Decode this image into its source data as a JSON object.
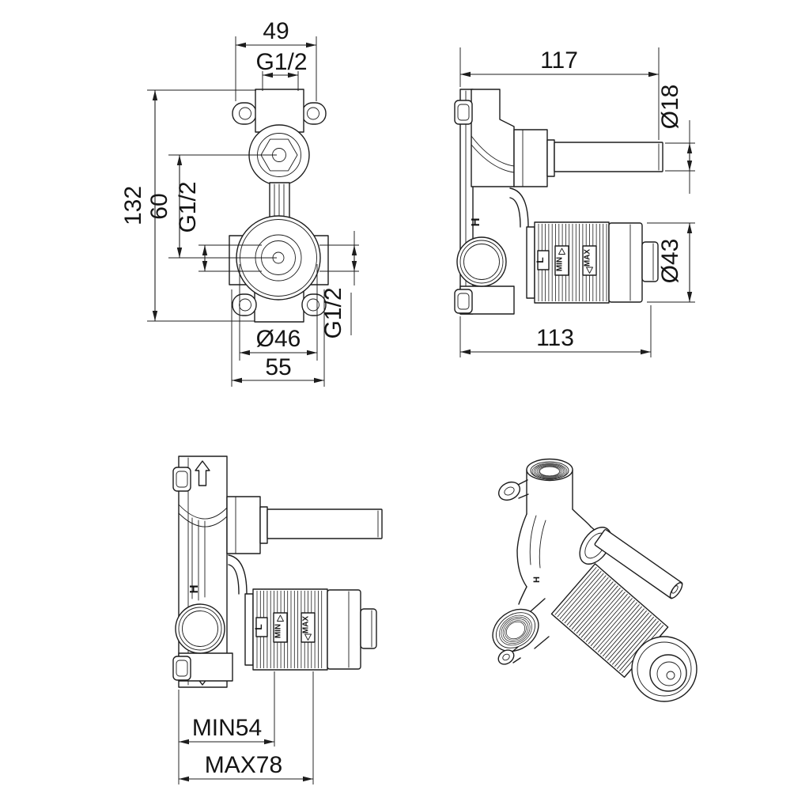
{
  "page": {
    "background": "#ffffff",
    "line_color": "#1d1d1d"
  },
  "front_view": {
    "dim_top_width": "49",
    "dim_top_thread": "G1/2",
    "dim_total_height": "132",
    "dim_port_spacing": "60",
    "dim_back_thread": "G1/2",
    "dim_body_diameter": "Ø46",
    "dim_body_width": "55",
    "dim_side_thread": "G1/2"
  },
  "side_view": {
    "dim_total_depth": "117",
    "dim_lever_diameter": "Ø18",
    "dim_cartridge_diameter": "Ø43",
    "dim_body_depth": "113",
    "label_hot": "H",
    "label_cold": "L",
    "label_min": "MIN",
    "label_max": "MAX"
  },
  "installation_view": {
    "dim_min_depth": "MIN54",
    "dim_max_depth": "MAX78",
    "label_hot": "H",
    "label_cold": "L",
    "label_min": "MIN",
    "label_max": "MAX"
  },
  "isometric_view": {
    "label_hot": "H"
  }
}
